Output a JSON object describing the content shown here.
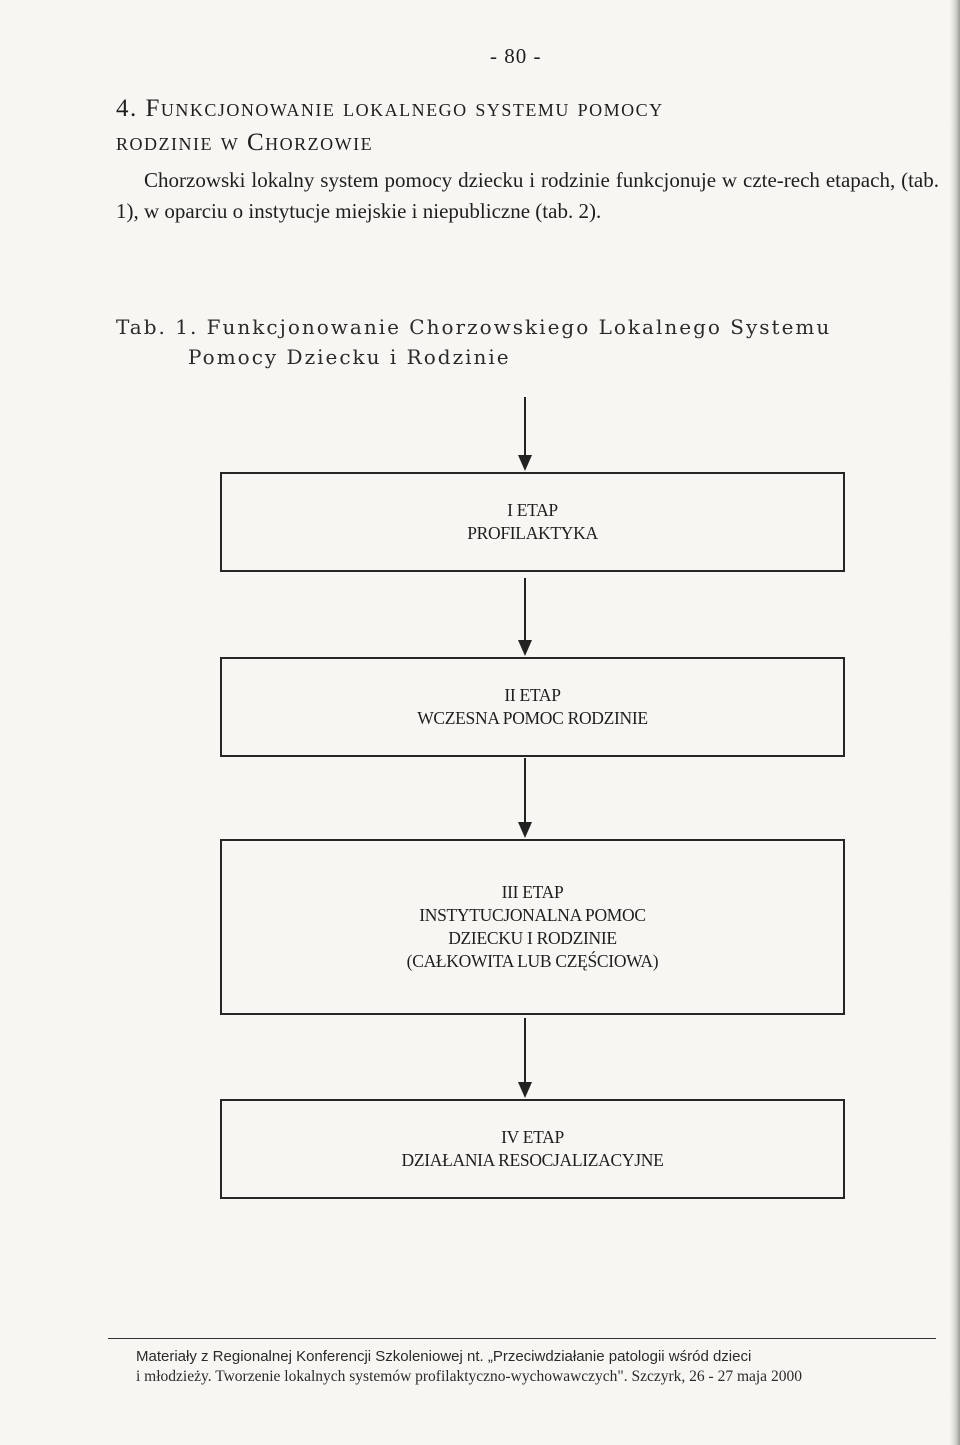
{
  "page_number": "- 80 -",
  "section": {
    "heading_line1": "4. Funkcjonowanie lokalnego systemu pomocy",
    "heading_line2": "rodzinie w Chorzowie",
    "paragraph": "Chorzowski lokalny system pomocy dziecku i rodzinie funkcjonuje w czte-rech etapach, (tab. 1), w oparciu o instytucje miejskie i niepubliczne (tab. 2)."
  },
  "table_caption": {
    "line1": "Tab. 1. Funkcjonowanie Chorzowskiego Lokalnego Systemu",
    "line2": "Pomocy Dziecku i Rodzinie"
  },
  "flow": {
    "stages": [
      {
        "label": "I ETAP",
        "lines": [
          "PROFILAKTYKA"
        ]
      },
      {
        "label": "II ETAP",
        "lines": [
          "WCZESNA POMOC RODZINIE"
        ]
      },
      {
        "label": "III ETAP",
        "lines": [
          "INSTYTUCJONALNA POMOC",
          "DZIECKU I RODZINIE",
          "(CAŁKOWITA LUB CZĘŚCIOWA)"
        ]
      },
      {
        "label": "IV ETAP",
        "lines": [
          "DZIAŁANIA RESOCJALIZACYJNE"
        ]
      }
    ]
  },
  "footnote": {
    "line1": "Materiały z Regionalnej Konferencji Szkoleniowej nt. „Przeciwdziałanie patologii wśród dzieci",
    "line2": "i młodzieży. Tworzenie lokalnych systemów profilaktyczno-wychowawczych\". Szczyrk, 26 - 27 maja 2000"
  }
}
